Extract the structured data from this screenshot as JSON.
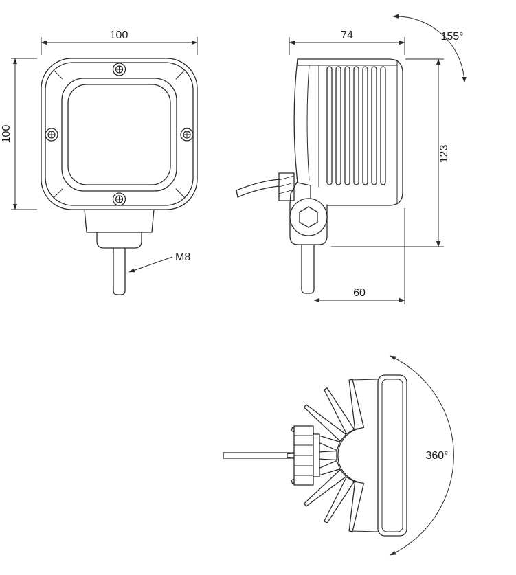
{
  "colors": {
    "line": "#2b2b2b",
    "background": "#ffffff",
    "text": "#1c1c1c"
  },
  "front": {
    "dim_width": "100",
    "dim_height": "100",
    "bolt_label": "M8"
  },
  "side": {
    "dim_depth": "74",
    "dim_height": "123",
    "dim_mount": "60",
    "tilt_angle": "155°"
  },
  "top": {
    "rotation_angle": "360°"
  }
}
